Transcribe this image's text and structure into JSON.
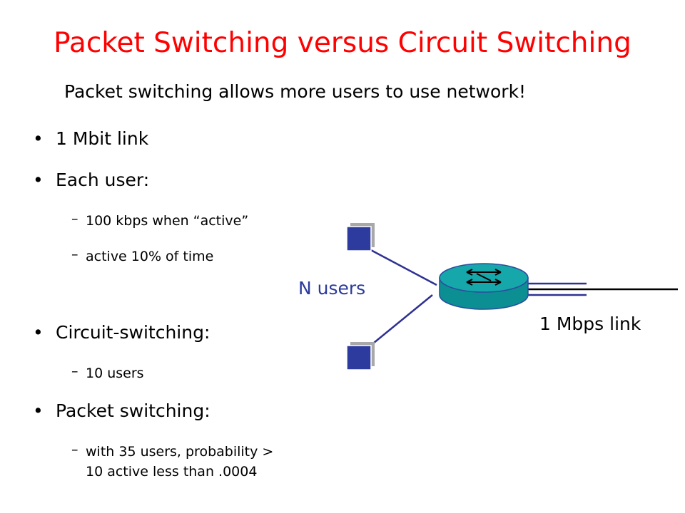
{
  "slide": {
    "title": "Packet Switching versus Circuit Switching",
    "subtitle": "Packet switching allows more users to use network!",
    "bullets": [
      {
        "text": "1 Mbit link",
        "subs": []
      },
      {
        "text": "Each user:",
        "subs": [
          "100 kbps when “active”",
          "active 10% of time"
        ]
      },
      {
        "text": "Circuit-switching:",
        "subs": [
          "10 users"
        ]
      },
      {
        "text": "Packet switching:",
        "subs": [
          "with 35 users, probability >",
          "10 active less than .0004"
        ]
      }
    ],
    "bullet_marker": "•",
    "sub_marker": "–"
  },
  "diagram": {
    "users_label": "N users",
    "link_label": "1 Mbps link"
  },
  "colors": {
    "title": "#ff0000",
    "users_label": "#2a3b9a",
    "user_node": "#2e3b9e",
    "router": "#12a0a3",
    "link_line": "#2e3192"
  }
}
